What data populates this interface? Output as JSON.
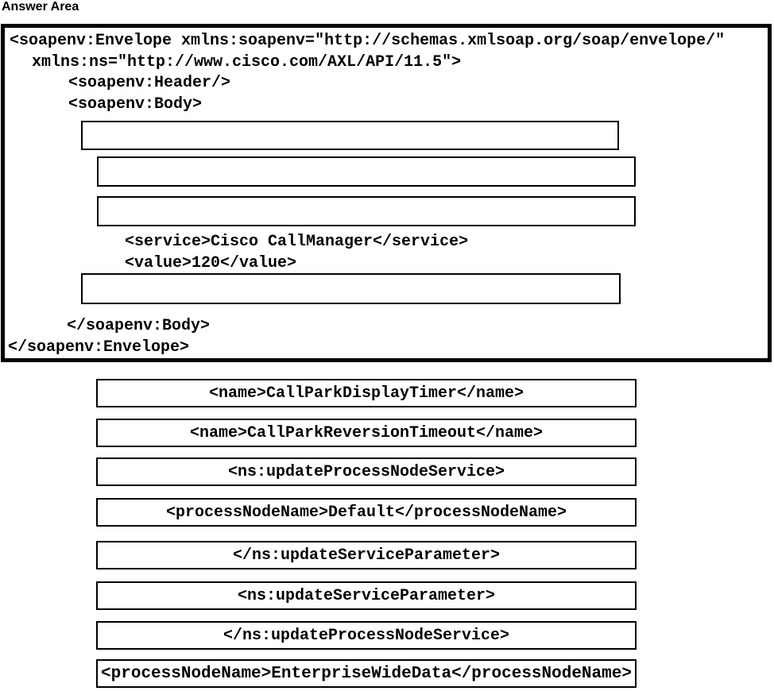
{
  "title": "Answer Area",
  "colors": {
    "text": "#000000",
    "background": "#ffffff",
    "outer_border": "#000000",
    "box_border": "#000000"
  },
  "code": {
    "envelope_open": "<soapenv:Envelope xmlns:soapenv=″http://schemas.xmlsoap.org/soap/envelope/″",
    "xmlns_ns": "xmlns:ns=″http://www.cisco.com/AXL/API/11.5″>",
    "header": "<soapenv:Header/>",
    "body_open": "<soapenv:Body>",
    "service": "<service>Cisco CallManager</service>",
    "value": "<value>120</value>",
    "body_close": "</soapenv:Body>",
    "envelope_close": "</soapenv:Envelope>"
  },
  "drop_zones": [
    "",
    "",
    "",
    ""
  ],
  "options": [
    "<name>CallParkDisplayTimer</name>",
    "<name>CallParkReversionTimeout</name>",
    "<ns:updateProcessNodeService>",
    "<processNodeName>Default</processNodeName>",
    "</ns:updateServiceParameter>",
    "<ns:updateServiceParameter>",
    "</ns:updateProcessNodeService>",
    "<processNodeName>EnterpriseWideData</processNodeName>"
  ]
}
